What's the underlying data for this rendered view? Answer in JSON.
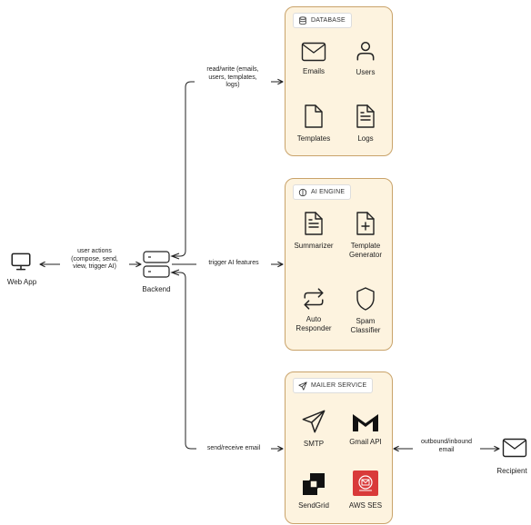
{
  "external": {
    "web_app": "Web App",
    "backend": "Backend",
    "recipient": "Recipient"
  },
  "edges": {
    "user_actions": "user actions\n(compose, send,\nview, trigger AI)",
    "read_write": "read/write (emails,\nusers, templates,\nlogs)",
    "trigger_ai": "trigger AI features",
    "send_receive": "send/receive email",
    "outbound_inbound": "outbound/inbound\nemail"
  },
  "groups": {
    "database": {
      "title": "DATABASE",
      "items": [
        {
          "label": "Emails",
          "icon": "mail-icon"
        },
        {
          "label": "Users",
          "icon": "user-icon"
        },
        {
          "label": "Templates",
          "icon": "file-icon"
        },
        {
          "label": "Logs",
          "icon": "file-text-icon"
        }
      ]
    },
    "ai_engine": {
      "title": "AI ENGINE",
      "items": [
        {
          "label": "Summarizer",
          "icon": "file-text-icon"
        },
        {
          "label": "Template\nGenerator",
          "icon": "file-plus-icon"
        },
        {
          "label": "Auto\nResponder",
          "icon": "repeat-icon"
        },
        {
          "label": "Spam\nClassifier",
          "icon": "shield-icon"
        }
      ]
    },
    "mailer": {
      "title": "MAILER SERVICE",
      "items": [
        {
          "label": "SMTP",
          "icon": "send-icon"
        },
        {
          "label": "Gmail API",
          "icon": "gmail-logo-icon"
        },
        {
          "label": "SendGrid",
          "icon": "sendgrid-logo-icon"
        },
        {
          "label": "AWS SES",
          "icon": "aws-ses-logo-icon"
        }
      ]
    }
  },
  "colors": {
    "group_fill": "#fdf3df",
    "group_border": "#c9a36a",
    "aws_red": "#d93a3a",
    "ink": "#222222"
  }
}
